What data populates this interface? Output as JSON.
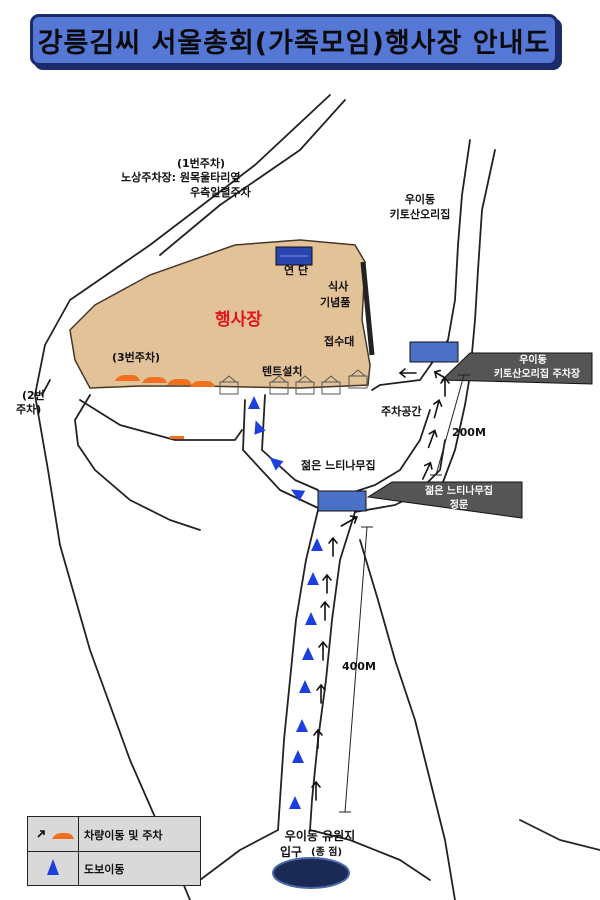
{
  "title": "강릉김씨 서울총회(가족모임)행사장 안내도",
  "venue": {
    "main": "행사장",
    "stage": "연 단",
    "meal": "식사",
    "souvenir": "기념품",
    "reception": "접수대",
    "tent": "텐트설치"
  },
  "parking": {
    "p1_title": "(1번주차)",
    "p1_line2": "노상주차장:  원목울타리옆",
    "p1_line3": "우측일렬주차",
    "p2_line1": "(2번",
    "p2_line2": "주차)",
    "p3": "(3번주차)",
    "space": "주차공간"
  },
  "places": {
    "restaurant_line1": "우이동",
    "restaurant_line2": "키토산오리집",
    "lot_sign_line1": "우이동",
    "lot_sign_line2": "키토산오리집  주차장",
    "gate_road": "젊은 느티나무집",
    "gate_sign_line1": "젊은 느티나무집",
    "gate_sign_line2": "정문",
    "entrance_line1": "우이동 유원지",
    "entrance_line2": "입구",
    "entrance_note": "(종 점)"
  },
  "distances": {
    "upper": "200M",
    "lower": "400M"
  },
  "legend": {
    "vehicle": "차량이동 및 주차",
    "walk": "도보이동"
  },
  "colors": {
    "ground": "#e2c094",
    "blue_box": "#4a70c8",
    "sign": "#555555",
    "walk_arrow": "#1e3fe0",
    "car": "#f07020",
    "title_bg": "#5577d6",
    "pond": "#1a2a55"
  }
}
